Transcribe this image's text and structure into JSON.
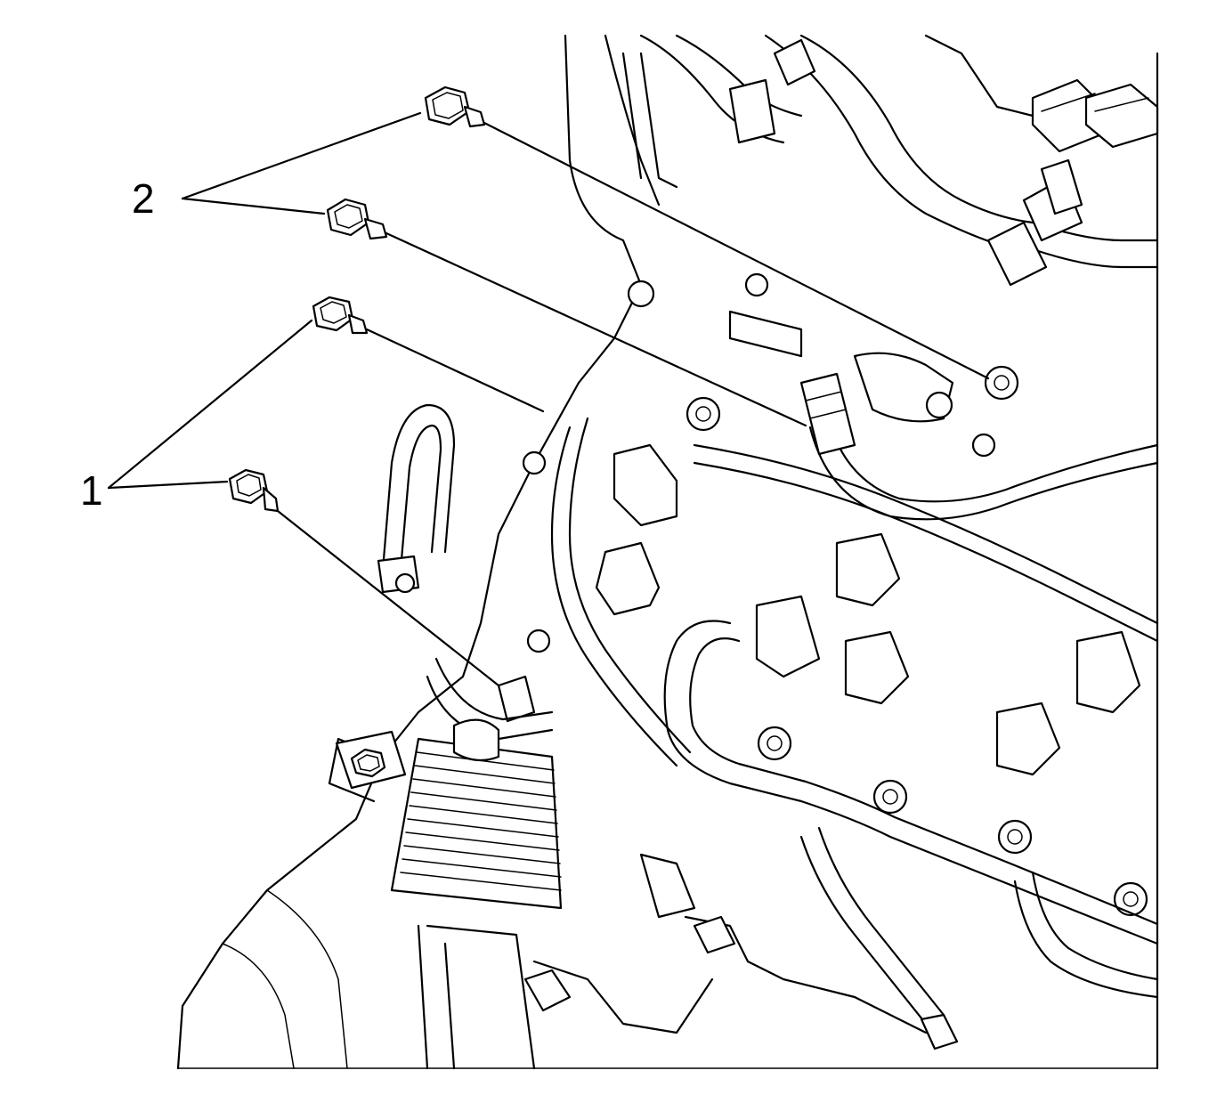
{
  "callouts": [
    {
      "id": "1",
      "label": "1"
    },
    {
      "id": "2",
      "label": "2"
    }
  ],
  "colors": {
    "line": "#000000",
    "background": "#ffffff"
  },
  "icons": [
    "bolt-icon",
    "hex-nut-icon"
  ]
}
